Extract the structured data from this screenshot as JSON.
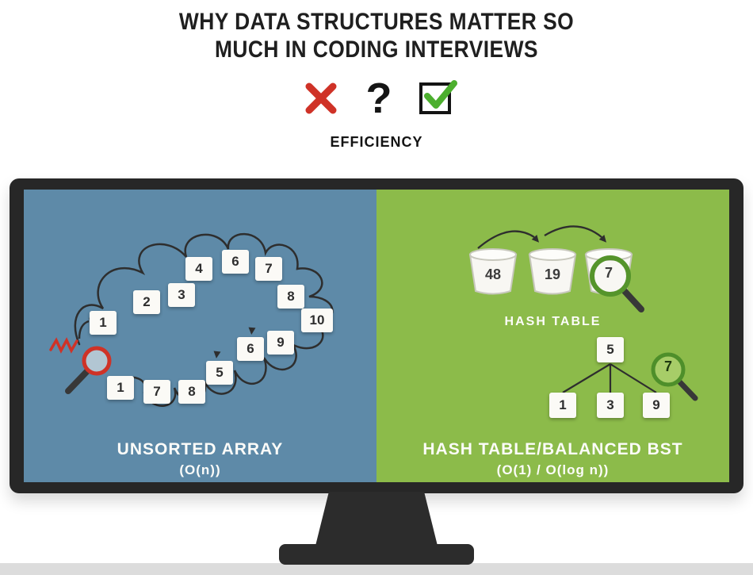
{
  "title": {
    "line1": "WHY DATA STRUCTURES MATTER SO",
    "line2": "MUCH IN CODING INTERVIEWS"
  },
  "verdict": {
    "question_mark": "?",
    "label": "EFFICIENCY"
  },
  "left_panel": {
    "boxes": [
      "4",
      "6",
      "7",
      "2",
      "3",
      "8",
      "1",
      "10",
      "9",
      "6",
      "5",
      "1",
      "7",
      "8"
    ],
    "caption_line1": "UNSORTED ARRAY",
    "caption_line2": "(O(n))"
  },
  "right_panel": {
    "buckets": [
      "48",
      "19",
      "7"
    ],
    "hash_label": "HASH TABLE",
    "bst": {
      "root": "5",
      "children": [
        "1",
        "3",
        "9"
      ],
      "found": "7"
    },
    "caption_line1": "HASH TABLE/BALANCED BST",
    "caption_line2": "(O(1) / O(log n))"
  },
  "colors": {
    "left_bg": "#5e8aa8",
    "right_bg": "#8cbb4a",
    "cross_red": "#cf3227",
    "check_green": "#4caf2e",
    "magnifier_red": "#cf3227",
    "magnifier_green": "#55942b"
  }
}
